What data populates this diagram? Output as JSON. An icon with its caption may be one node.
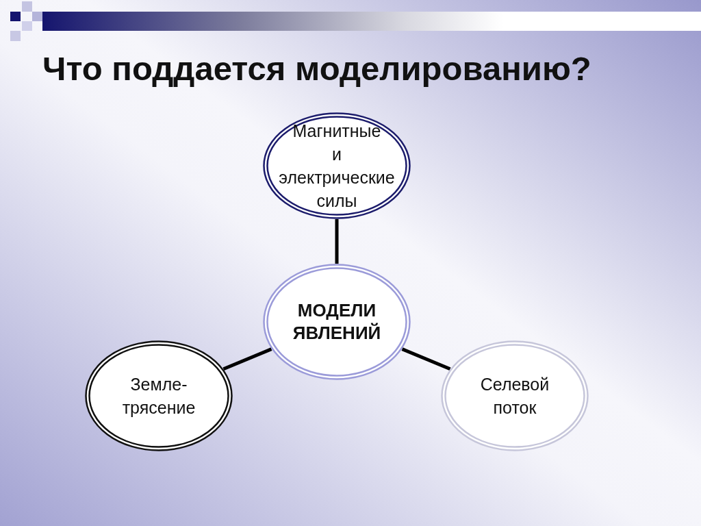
{
  "diagram": {
    "title": "Что поддается моделированию?",
    "nodes": [
      {
        "text": [
          "Магнитные и электрические силы"
        ]
      },
      {
        "text": [
          "МОДЕЛИ ЯВЛЕНИЙ"
        ]
      },
      {
        "text": [
          "Земле- трясение"
        ]
      },
      {
        "text": [
          "Селевой поток"
        ]
      }
    ],
    "edges": [
      {
        "from": 1,
        "to": 0,
        "arrow": "none"
      },
      {
        "from": 1,
        "to": 2,
        "arrow": "none"
      },
      {
        "from": 1,
        "to": 3,
        "arrow": "none"
      }
    ]
  }
}
